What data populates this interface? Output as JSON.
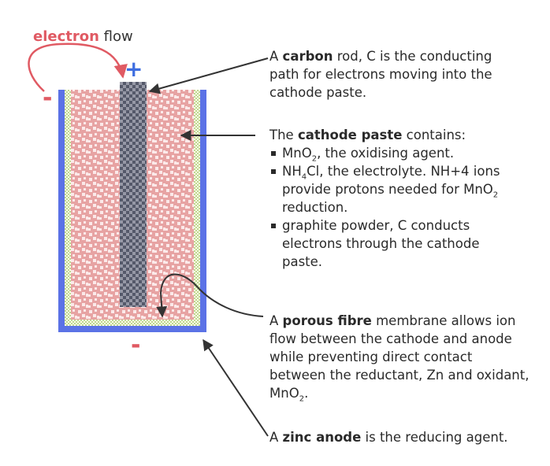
{
  "labels": {
    "electron_flow_highlight": "electron",
    "electron_flow_rest": " flow",
    "plus_sign": "+",
    "minus_left": "-",
    "minus_bottom": "-"
  },
  "carbon_rod": {
    "pre": "A ",
    "bold": "carbon",
    "post": " rod, C is the conducting path for electrons moving into the cathode paste."
  },
  "cathode_paste": {
    "pre": "The ",
    "bold": "cathode paste",
    "post": " contains:",
    "items": {
      "mno2": ", the oxidising agent.",
      "nh4cl_a": "NH",
      "nh4cl_b": "Cl, the electrolyte. NH",
      "nh4cl_c": " ions provide protons needed for MnO",
      "nh4cl_d": " reduction.",
      "graphite": "graphite powder, C conducts electrons through the cathode paste."
    }
  },
  "porous_fibre": {
    "pre": "A ",
    "bold": "porous fibre",
    "post_a": " membrane allows ion flow between the cathode and anode while preventing direct contact between the reductant, Zn and oxidant, MnO",
    "post_b": "."
  },
  "zinc_anode": {
    "pre": "A ",
    "bold": "zinc anode",
    "post": " is the reducing agent."
  },
  "colors": {
    "electron_red": "#e05a63",
    "plus_blue": "#3f6ee0",
    "anode_blue": "#5b72e6",
    "paste_pink": "#e8a0a0",
    "rod_grey": "#6b6b7a",
    "separator_green": "#9cc46a"
  }
}
